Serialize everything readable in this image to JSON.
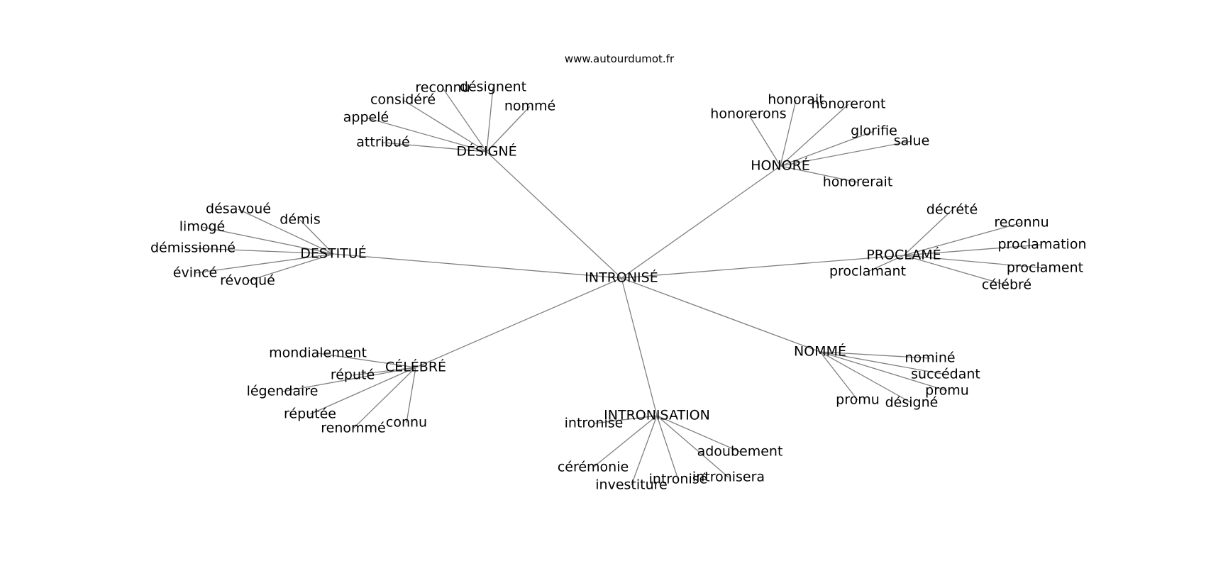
{
  "source_text": "www.autourdumot.fr",
  "edge_color": "#808080",
  "center": {
    "label": "INTRONISÉ"
  },
  "hubs": [
    {
      "label": "DÉSIGNÉ",
      "leaves": [
        "reconnu",
        "désignent",
        "considéré",
        "nommé",
        "appelé",
        "attribué"
      ]
    },
    {
      "label": "HONORÉ",
      "leaves": [
        "honorait",
        "honoreront",
        "honorerons",
        "glorifie",
        "salue",
        "honorerait"
      ]
    },
    {
      "label": "DESTITUÉ",
      "leaves": [
        "désavoué",
        "démis",
        "limogé",
        "démissionné",
        "évincé",
        "révoqué"
      ]
    },
    {
      "label": "PROCLAMÉ",
      "leaves": [
        "décrété",
        "reconnu",
        "proclamation",
        "proclament",
        "célébré",
        "proclamant"
      ]
    },
    {
      "label": "CÉLÉBRÉ",
      "leaves": [
        "mondialement",
        "réputé",
        "légendaire",
        "réputée",
        "renommé",
        "connu"
      ]
    },
    {
      "label": "NOMMÉ",
      "leaves": [
        "nominé",
        "succédant",
        "promu",
        "désigné",
        "promu"
      ]
    },
    {
      "label": "INTRONISATION",
      "leaves": [
        "intronise",
        "adoubement",
        "cérémonie",
        "intronisera",
        "intronisé",
        "investiture"
      ]
    }
  ]
}
